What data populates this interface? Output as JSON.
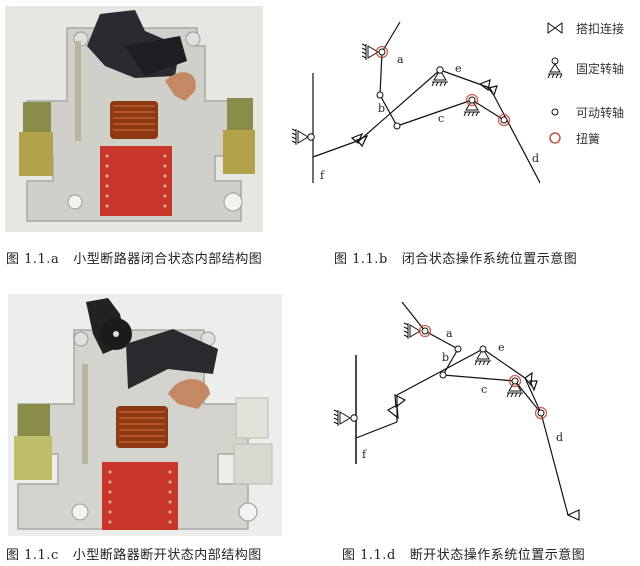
{
  "legend": {
    "items": [
      {
        "icon": "latch-connection-icon",
        "label": "搭扣连接"
      },
      {
        "icon": "fixed-pivot-icon",
        "label": "固定转轴"
      },
      {
        "icon": "movable-pivot-icon",
        "label": "可动转轴"
      },
      {
        "icon": "torsion-spring-icon",
        "label": "扭簧"
      }
    ],
    "spring_color": "#c0392b"
  },
  "figures": [
    {
      "number": "图 1.1.a",
      "caption": "小型断路器闭合状态内部结构图"
    },
    {
      "number": "图 1.1.b",
      "caption": "闭合状态操作系统位置示意图"
    },
    {
      "number": "图 1.1.c",
      "caption": "小型断路器断开状态内部结构图"
    },
    {
      "number": "图 1.1.d",
      "caption": "断开状态操作系统位置示意图"
    }
  ],
  "diagram_labels": {
    "closed": {
      "a": "a",
      "b": "b",
      "c": "c",
      "d": "d",
      "e": "e",
      "f": "f"
    },
    "open": {
      "a": "a",
      "b": "b",
      "c": "c",
      "d": "d",
      "e": "e",
      "f": "f"
    }
  }
}
